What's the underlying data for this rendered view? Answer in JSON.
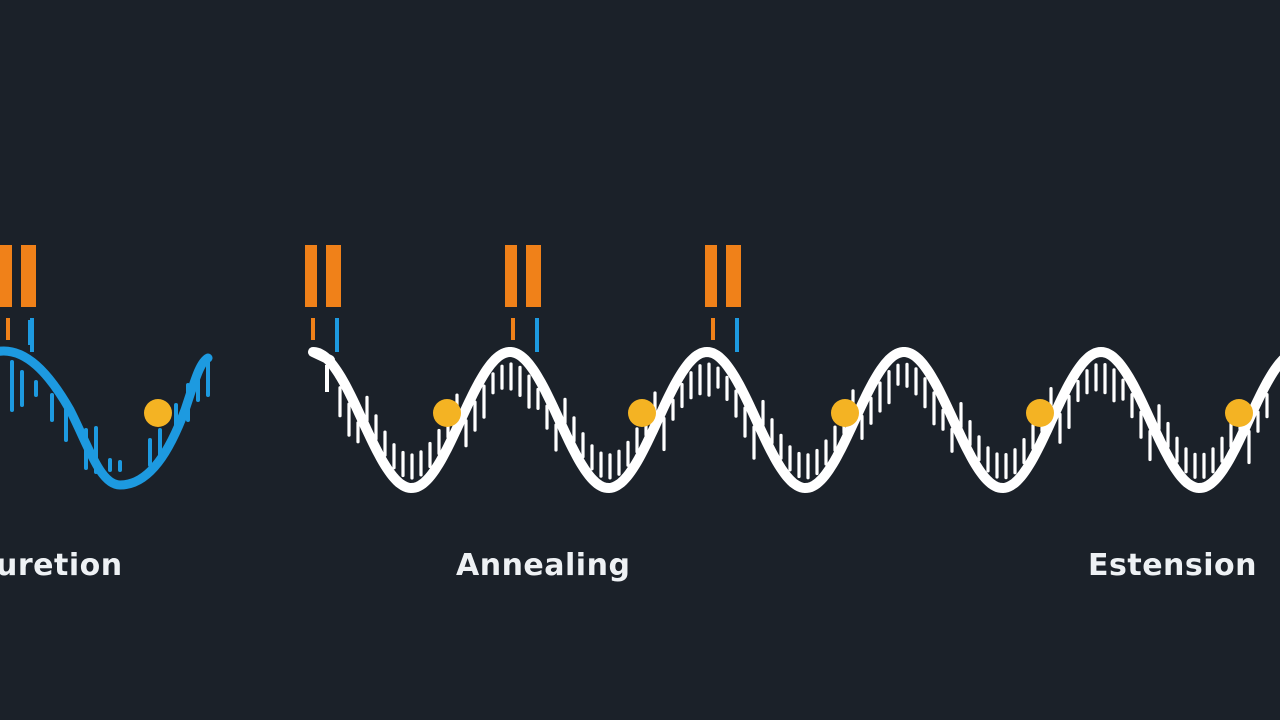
{
  "stages": [
    {
      "label": "uretion"
    },
    {
      "label": "Annealing"
    },
    {
      "label": "Estension"
    }
  ],
  "colors": {
    "background": "#1b2129",
    "primer": "#f08119",
    "single_strand": "#1d9ae0",
    "double_strand": "#ffffff",
    "polymerase": "#f4b323"
  },
  "elements": {
    "primer_icon": "orange-primer-bars",
    "polymerase_icon": "yellow-dot",
    "strand_icon": "dna-wave"
  }
}
